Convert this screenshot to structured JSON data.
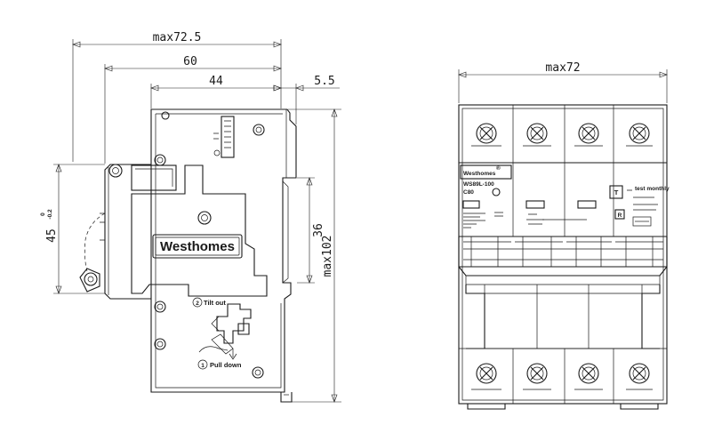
{
  "side_view": {
    "dims": {
      "max_width": "max72.5",
      "width_60": "60",
      "width_44": "44",
      "width_5_5": "5.5",
      "height_36": "36",
      "height_max102": "max102",
      "rail_45": "45",
      "tol_upper": "0",
      "tol_lower": "-0.2"
    },
    "brand": "Westhomes",
    "tilt_out": "Tilt out",
    "pull_down": "Pull down",
    "step_2": "2",
    "step_1": "1"
  },
  "front_view": {
    "dims": {
      "max_width": "max72"
    },
    "brand": "Westhomes",
    "registered": "®",
    "model": "WS89L-100",
    "rating": "C80",
    "test_monthly": "test monthly",
    "reset_label": "R",
    "test_label": "T"
  }
}
